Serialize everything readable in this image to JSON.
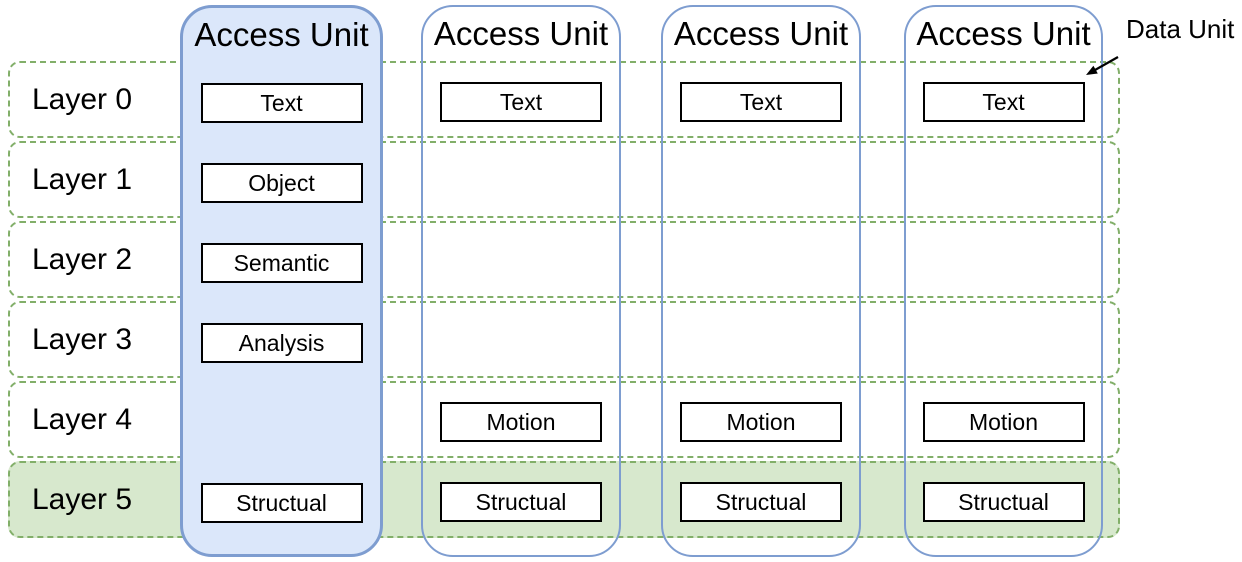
{
  "data_unit_label": "Data Unit",
  "layers": [
    "Layer 0",
    "Layer 1",
    "Layer 2",
    "Layer 3",
    "Layer 4",
    "Layer 5"
  ],
  "access_units": [
    {
      "title": "Access Unit",
      "highlighted": true,
      "boxes": {
        "layer0": "Text",
        "layer1": "Object",
        "layer2": "Semantic",
        "layer3": "Analysis",
        "layer5": "Structual"
      }
    },
    {
      "title": "Access Unit",
      "highlighted": false,
      "boxes": {
        "layer0": "Text",
        "layer4": "Motion",
        "layer5": "Structual"
      }
    },
    {
      "title": "Access Unit",
      "highlighted": false,
      "boxes": {
        "layer0": "Text",
        "layer4": "Motion",
        "layer5": "Structual"
      }
    },
    {
      "title": "Access Unit",
      "highlighted": false,
      "boxes": {
        "layer0": "Text",
        "layer4": "Motion",
        "layer5": "Structual"
      }
    }
  ],
  "colors": {
    "access_unit_border": "#7e9dd0",
    "access_unit_fill": "#dbe7fa",
    "layer_row_border": "#82af69",
    "layer5_row_fill": "#d7e8cd",
    "data_unit_box_border": "#000000",
    "arrow": "#000000"
  }
}
